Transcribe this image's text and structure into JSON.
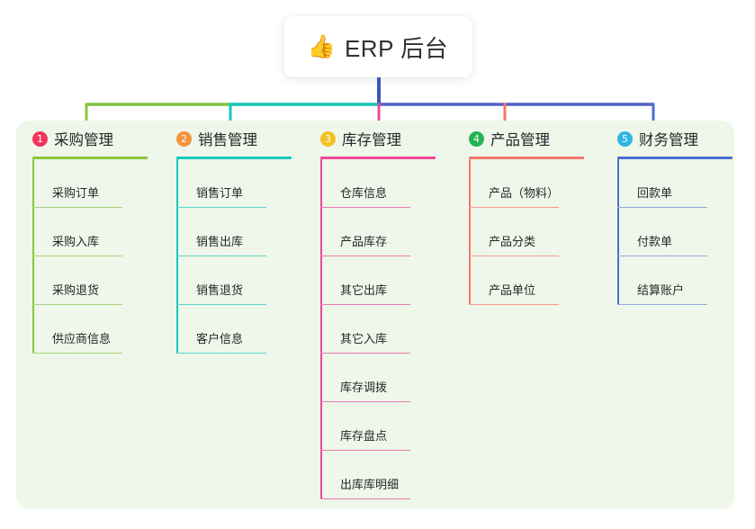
{
  "root": {
    "icon": "thumbs-up-icon",
    "emoji": "👍",
    "title": "ERP 后台"
  },
  "colors": {
    "panel_bg": "#eef7e9",
    "page_bg": "#ffffff",
    "stem_center": "#4055b8",
    "bar_green": "#7cc242",
    "bar_teal": "#10c4b2",
    "bar_blue": "#5262c4",
    "col1": "#8cc63f",
    "col2": "#14c8bd",
    "col3": "#ec4899",
    "col4": "#f4776a",
    "col5": "#4a6fd0",
    "col5_item": "#93a9e0",
    "badge1": "#f2355e",
    "badge2": "#f5933a",
    "badge3": "#f5c024",
    "badge4": "#23b454",
    "badge5": "#2fb4e8",
    "text": "#26272b"
  },
  "columns": [
    {
      "number": "1",
      "title": "采购管理",
      "badge_color": "#f2355e",
      "line_color": "#8cc63f",
      "item_line_color": "#a8d47a",
      "items": [
        {
          "label": "采购订单"
        },
        {
          "label": "采购入库"
        },
        {
          "label": "采购退货"
        },
        {
          "label": "供应商信息"
        }
      ]
    },
    {
      "number": "2",
      "title": "销售管理",
      "badge_color": "#f5933a",
      "line_color": "#14c8bd",
      "item_line_color": "#5fd5cd",
      "items": [
        {
          "label": "销售订单"
        },
        {
          "label": "销售出库"
        },
        {
          "label": "销售退货"
        },
        {
          "label": "客户信息"
        }
      ]
    },
    {
      "number": "3",
      "title": "库存管理",
      "badge_color": "#f5c024",
      "line_color": "#ec4899",
      "item_line_color": "#ef77b4",
      "items": [
        {
          "label": "仓库信息"
        },
        {
          "label": "产品库存"
        },
        {
          "label": "其它出库"
        },
        {
          "label": "其它入库"
        },
        {
          "label": "库存调拨"
        },
        {
          "label": "库存盘点"
        },
        {
          "label": "出库库明细"
        }
      ]
    },
    {
      "number": "4",
      "title": "产品管理",
      "badge_color": "#23b454",
      "line_color": "#f4776a",
      "item_line_color": "#f79b90",
      "items": [
        {
          "label": "产品（物料）"
        },
        {
          "label": "产品分类"
        },
        {
          "label": "产品单位"
        }
      ]
    },
    {
      "number": "5",
      "title": "财务管理",
      "badge_color": "#2fb4e8",
      "line_color": "#4a6fd0",
      "item_line_color": "#93a9e0",
      "items": [
        {
          "label": "回款单"
        },
        {
          "label": "付款单"
        },
        {
          "label": "结算账户"
        }
      ]
    }
  ]
}
